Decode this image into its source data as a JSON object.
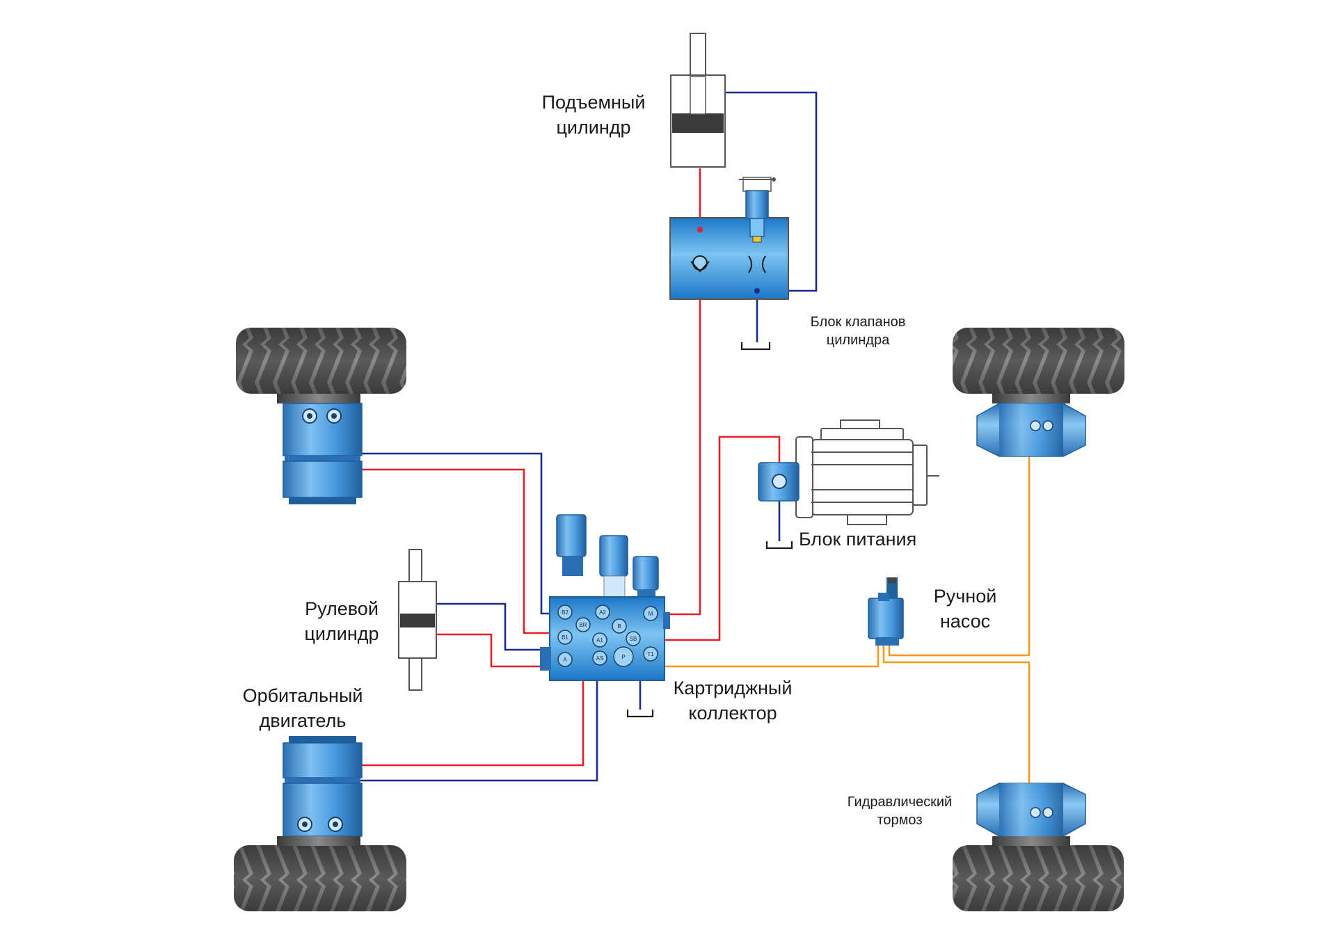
{
  "labels": {
    "lift_cylinder": [
      "Подъемный",
      "цилиндр"
    ],
    "cylinder_valve_block": [
      "Блок клапанов",
      "цилиндра"
    ],
    "power_unit": "Блок питания",
    "hand_pump": [
      "Ручной",
      "насос"
    ],
    "steering_cylinder": [
      "Рулевой",
      "цилиндр"
    ],
    "cartridge_manifold": [
      "Картриджный",
      "коллектор"
    ],
    "orbital_motor": [
      "Орбитальный",
      "двигатель"
    ],
    "hydraulic_brake": [
      "Гидравлический",
      "тормоз"
    ]
  },
  "manifold_port_labels": [
    "B2",
    "B1",
    "BR",
    "A2",
    "A1",
    "AS",
    "B",
    "M",
    "SB",
    "T1",
    "A",
    "P"
  ],
  "colors": {
    "pressure_line": "#e3202a",
    "return_line": "#1b2a8f",
    "brake_line": "#f29a1c",
    "component_blue": "#3f8fd6",
    "component_dark_blue": "#1f5f9e",
    "tire_dark": "#4a4a4a",
    "outline": "#555555"
  },
  "icons": [
    "tire-icon",
    "orbital-motor-icon",
    "brake-icon",
    "electric-motor-icon",
    "hydraulic-pump-icon",
    "hand-pump-icon",
    "check-valve-icon",
    "orifice-icon",
    "relief-valve-icon",
    "tank-icon",
    "cylinder-icon"
  ]
}
